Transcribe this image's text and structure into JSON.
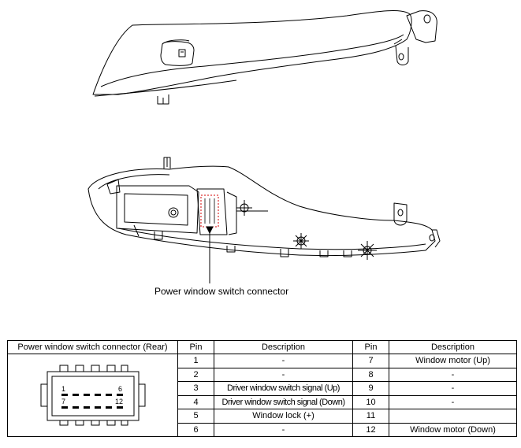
{
  "diagram": {
    "callout_label": "Power window switch connector"
  },
  "table": {
    "headers": {
      "connector": "Power window switch connector (Rear)",
      "pin_left": "Pin",
      "desc_left": "Description",
      "pin_right": "Pin",
      "desc_right": "Description"
    },
    "connector_face_labels": {
      "pin1": "1",
      "pin6": "6",
      "pin7": "7",
      "pin12": "12"
    },
    "rows": [
      {
        "pin_left": "1",
        "desc_left": "-",
        "pin_right": "7",
        "desc_right": "Window motor (Up)"
      },
      {
        "pin_left": "2",
        "desc_left": "-",
        "pin_right": "8",
        "desc_right": "-"
      },
      {
        "pin_left": "3",
        "desc_left": "Driver window switch signal (Up)",
        "pin_right": "9",
        "desc_right": "-"
      },
      {
        "pin_left": "4",
        "desc_left": "Driver window switch signal (Down)",
        "pin_right": "10",
        "desc_right": "-"
      },
      {
        "pin_left": "5",
        "desc_left": "Window lock (+)",
        "pin_right": "11",
        "desc_right": ""
      },
      {
        "pin_left": "6",
        "desc_left": "-",
        "pin_right": "12",
        "desc_right": "Window motor (Down)"
      }
    ]
  }
}
